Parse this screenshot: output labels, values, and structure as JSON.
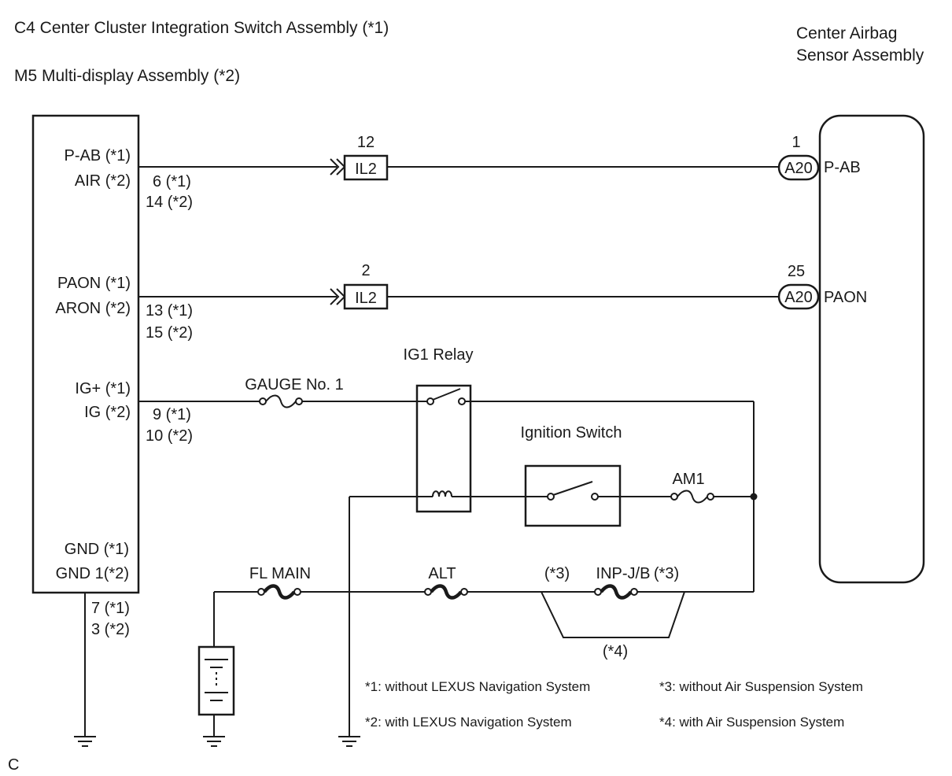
{
  "colors": {
    "line": "#1a1a1a",
    "background": "#ffffff"
  },
  "headers": {
    "left_line1": "C4 Center Cluster Integration Switch Assembly (*1)",
    "left_line2": "M5 Multi-display Assembly (*2)",
    "right_line1": "Center Airbag",
    "right_line2": "Sensor Assembly"
  },
  "left_module": {
    "pins": [
      {
        "name1": "P-AB (*1)",
        "name2": "AIR (*2)",
        "num1": "6 (*1)",
        "num2": "14 (*2)"
      },
      {
        "name1": "PAON (*1)",
        "name2": "ARON (*2)",
        "num1": "13 (*1)",
        "num2": "15 (*2)"
      },
      {
        "name1": "IG+ (*1)",
        "name2": "IG (*2)",
        "num1": "9 (*1)",
        "num2": "10 (*2)"
      },
      {
        "name1": "GND (*1)",
        "name2": "GND 1(*2)",
        "num1": "7 (*1)",
        "num2": "3 (*2)"
      }
    ]
  },
  "connectors": [
    {
      "id": "IL2",
      "pin": "12"
    },
    {
      "id": "IL2",
      "pin": "2"
    }
  ],
  "airbag_connectors": [
    {
      "id": "A20",
      "pin": "1",
      "terminal": "P-AB"
    },
    {
      "id": "A20",
      "pin": "25",
      "terminal": "PAON"
    }
  ],
  "components": {
    "gauge_fuse": "GAUGE No. 1",
    "ig1_relay": "IG1 Relay",
    "ignition_switch": "Ignition Switch",
    "am1_fuse": "AM1",
    "fl_main_fuse": "FL MAIN",
    "alt_fuse": "ALT",
    "inp_jb_fuse": "INP-J/B",
    "inp_jb_note_left": "(*3)",
    "inp_jb_note_right": "(*3)",
    "bypass_note": "(*4)"
  },
  "notes": [
    "*1: without LEXUS Navigation System",
    "*2: with LEXUS Navigation System",
    "*3: without Air Suspension System",
    "*4: with Air Suspension System"
  ],
  "figure_code": "C"
}
